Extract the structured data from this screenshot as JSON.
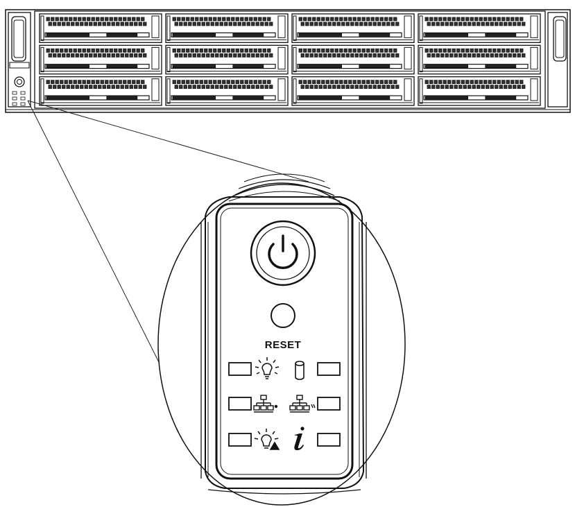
{
  "figure": {
    "reset_label": "RESET"
  },
  "server": {
    "drive_columns": 4,
    "drive_rows": 3
  },
  "panel": {
    "buttons": [
      "power-button",
      "reset-button"
    ],
    "indicators": [
      {
        "row": 1,
        "left_icon": "power-led-icon",
        "right_icon": "hdd-activity-icon"
      },
      {
        "row": 2,
        "left_icon": "network-1-icon",
        "right_icon": "network-2-icon"
      },
      {
        "row": 3,
        "left_icon": "system-fail-icon",
        "right_icon": "info-icon"
      }
    ]
  },
  "colors": {
    "line": "#111111",
    "background": "#ffffff"
  }
}
